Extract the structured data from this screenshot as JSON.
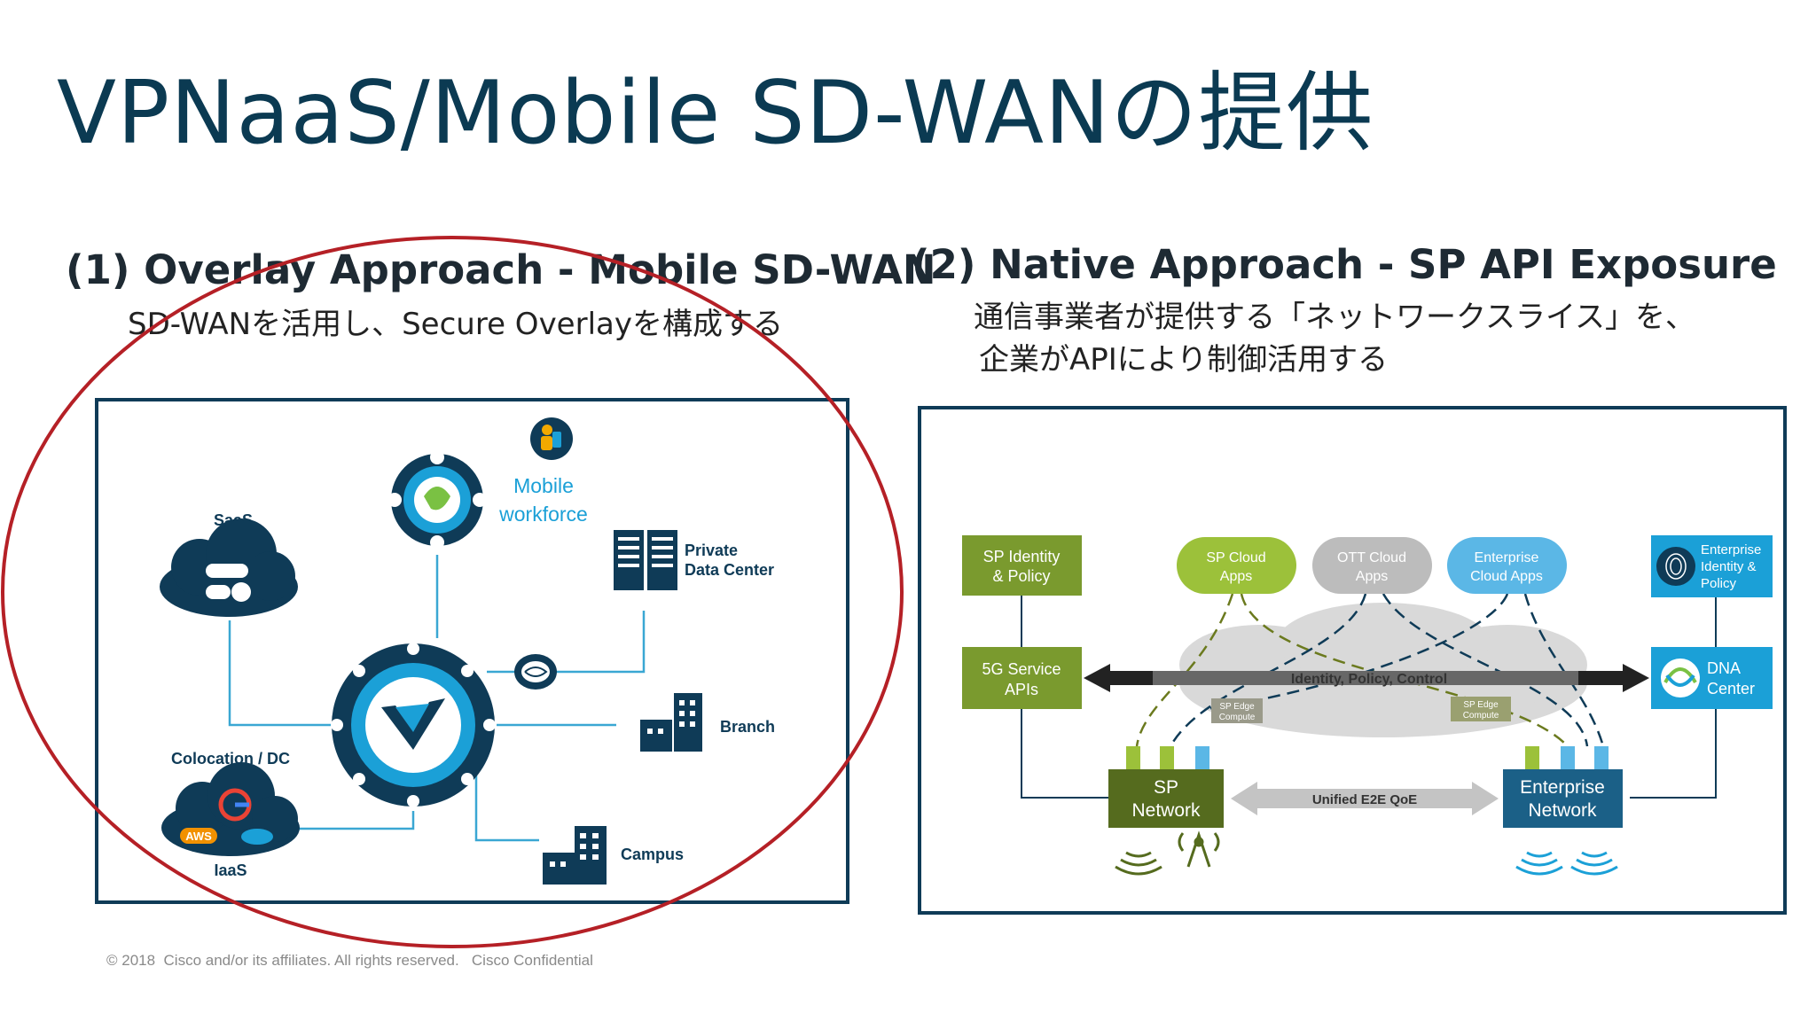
{
  "slide": {
    "title": "VPNaaS/Mobile SD-WANの提供",
    "footer": "© 2018  Cisco and/or its affiliates. All rights reserved.   Cisco Confidential"
  },
  "left_section": {
    "heading": "(1) Overlay Approach - Mobile SD-WAN",
    "subtitle": "SD-WANを活用し、Secure Overlayを構成する",
    "diagram": {
      "mobile_workforce_line1": "Mobile",
      "mobile_workforce_line2": "workforce",
      "saas": "SaaS",
      "private_dc_line1": "Private",
      "private_dc_line2": "Data Center",
      "branch": "Branch",
      "colocation": "Colocation / DC",
      "iaas": "IaaS",
      "aws": "AWS",
      "campus": "Campus"
    }
  },
  "right_section": {
    "heading": "(2) Native Approach - SP API Exposure",
    "subtitle_line1": "通信事業者が提供する「ネットワークスライス」を、",
    "subtitle_line2": "企業がAPIにより制御活用する",
    "diagram": {
      "sp_identity_line1": "SP Identity",
      "sp_identity_line2": "& Policy",
      "service_apis_line1": "5G Service",
      "service_apis_line2": "APIs",
      "sp_cloud_line1": "SP Cloud",
      "sp_cloud_line2": "Apps",
      "ott_cloud_line1": "OTT Cloud",
      "ott_cloud_line2": "Apps",
      "ent_cloud_line1": "Enterprise",
      "ent_cloud_line2": "Cloud Apps",
      "ent_identity_line1": "Enterprise",
      "ent_identity_line2": "Identity &",
      "ent_identity_line3": "Policy",
      "dna_line1": "DNA",
      "dna_line2": "Center",
      "identity_arrow": "Identity, Policy, Control",
      "sp_edge_left_line1": "SP Edge",
      "sp_edge_left_line2": "Compute",
      "sp_edge_right_line1": "SP Edge",
      "sp_edge_right_line2": "Compute",
      "sp_network_line1": "SP",
      "sp_network_line2": "Network",
      "qoe_label": "Unified E2E QoE",
      "ent_network_line1": "Enterprise",
      "ent_network_line2": "Network"
    }
  },
  "colors": {
    "title": "#0b3a52",
    "dark_teal": "#0f3b57",
    "cisco_blue": "#1ba0d7",
    "green": "#7a9a2e",
    "light_green": "#9cc13a",
    "red_ellipse": "#b52026",
    "frame": "#0f3b57"
  }
}
